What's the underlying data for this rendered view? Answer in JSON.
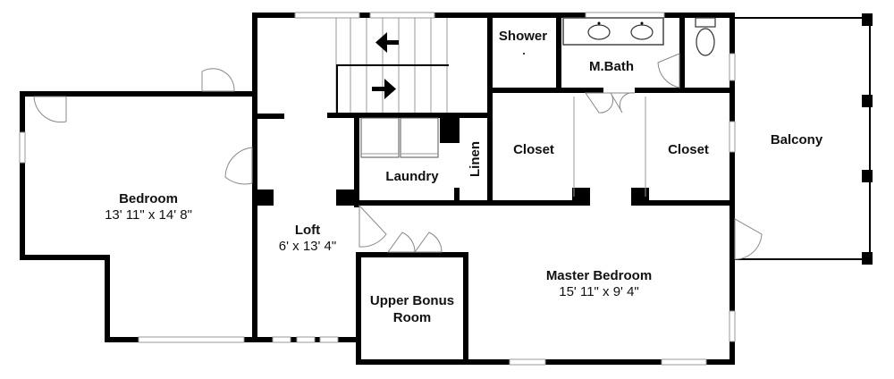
{
  "rooms": {
    "bedroom": {
      "name": "Bedroom",
      "dims": "13' 11\" x 14' 8\""
    },
    "loft": {
      "name": "Loft",
      "dims": "6' x 13' 4\""
    },
    "laundry": {
      "name": "Laundry"
    },
    "linen": {
      "name": "Linen"
    },
    "shower": {
      "name": "Shower"
    },
    "mbath": {
      "name": "M.Bath"
    },
    "closet_left": {
      "name": "Closet"
    },
    "closet_right": {
      "name": "Closet"
    },
    "balcony": {
      "name": "Balcony"
    },
    "master_bedroom": {
      "name": "Master Bedroom",
      "dims": "15' 11\" x 9' 4\""
    },
    "upper_bonus": {
      "name_line1": "Upper Bonus",
      "name_line2": "Room"
    }
  },
  "colors": {
    "wall": "#000000",
    "window": "#ffffff",
    "background": "#ffffff"
  },
  "icons": [
    "stair-arrow-left-icon",
    "stair-arrow-right-icon",
    "sink-icon",
    "toilet-icon"
  ]
}
